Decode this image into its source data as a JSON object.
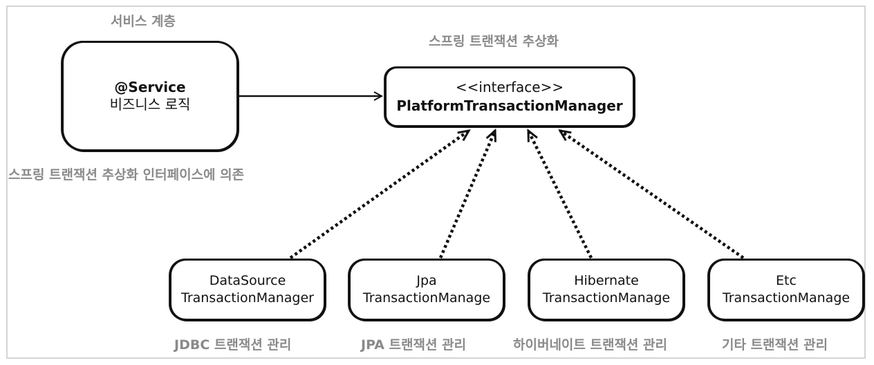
{
  "titles": {
    "service_layer": "서비스 계층",
    "abstraction": "스프링 트랜잭션 추상화",
    "dependency": "스프링 트랜잭션 추상화 인터페이스에 의존"
  },
  "service": {
    "line1": "@Service",
    "line2": "비즈니스 로직"
  },
  "interface": {
    "line1": "<<interface>>",
    "line2": "PlatformTransactionManager"
  },
  "implementations": [
    {
      "line1": "DataSource",
      "line2": "TransactionManager",
      "caption": "JDBC 트랜잭션 관리"
    },
    {
      "line1": "Jpa",
      "line2": "TransactionManage",
      "caption": "JPA 트랜잭션 관리"
    },
    {
      "line1": "Hibernate",
      "line2": "TransactionManage",
      "caption": "하이버네이트 트랜잭션 관리"
    },
    {
      "line1": "Etc",
      "line2": "TransactionManage",
      "caption": "기타 트랜잭션 관리"
    }
  ]
}
